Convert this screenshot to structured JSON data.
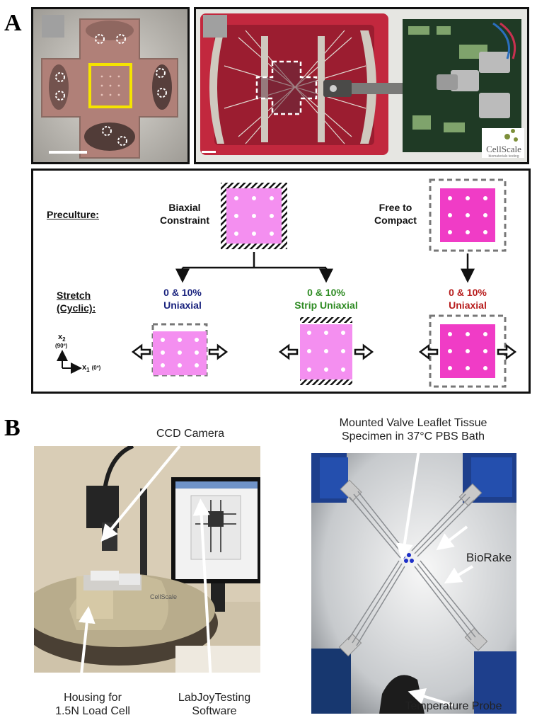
{
  "panel_labels": {
    "a": "A",
    "b": "B"
  },
  "photo_a_right": {
    "brand_text": "CellScale",
    "brand_subtext": "biomaterials testing"
  },
  "schematic": {
    "preculture_label": "Preculture:",
    "biaxial_label": "Biaxial\nConstraint",
    "free_label": "Free to\nCompact",
    "stretch_label_1": "Stretch",
    "stretch_label_2": "(Cyclic):",
    "cond1_line1": "0 & 10%",
    "cond1_line2": "Uniaxial",
    "cond2_line1": "0 & 10%",
    "cond2_line2": "Strip Uniaxial",
    "cond3_line1": "0 & 10%",
    "cond3_line2": "Uniaxial",
    "axis_x2": "x",
    "axis_x2_sub": "2",
    "axis_x2_angle": "(90º)",
    "axis_x1": "x",
    "axis_x1_sub": "1",
    "axis_x1_angle": "(0º)"
  },
  "panel_b_left": {
    "ccd_camera": "CCD Camera",
    "housing": "Housing for\n1.5N Load Cell",
    "software": "LabJoyTesting\nSoftware",
    "device_logo": "CellScale"
  },
  "panel_b_right": {
    "specimen": "Mounted Valve Leaflet Tissue\nSpecimen in 37°C PBS Bath",
    "biorake": "BioRake",
    "probe": "Temperature Probe"
  },
  "colors": {
    "tissue_pink": "#f48ff0",
    "tissue_magenta": "#f03cc6",
    "cond1_blue": "#1a237e",
    "cond2_green": "#2e8b23",
    "cond3_red": "#b71c1c",
    "highlight_yellow": "#f5e400"
  }
}
